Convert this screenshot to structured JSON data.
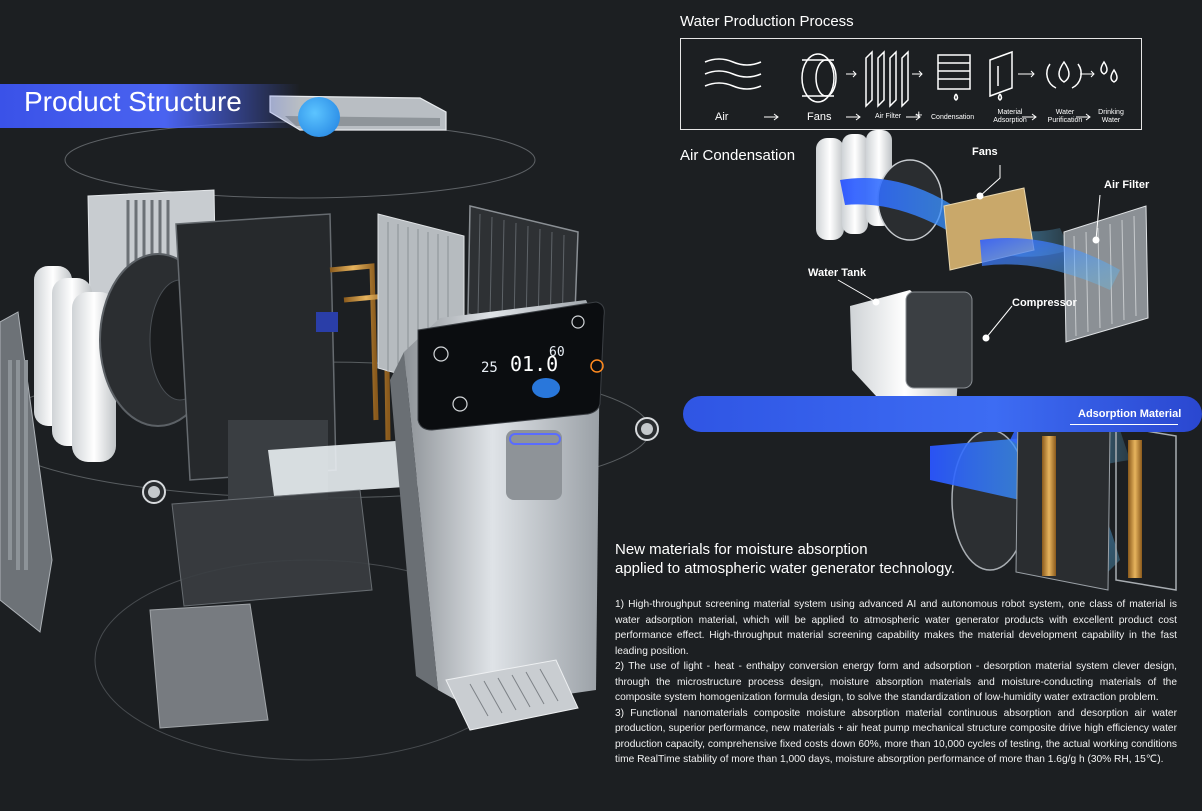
{
  "product_structure": {
    "title": "Product Structure"
  },
  "water_production": {
    "title": "Water Production Process",
    "steps": [
      {
        "label": "Air",
        "icon": "air-waves-icon"
      },
      {
        "label": "Fans",
        "icon": "fan-icon"
      },
      {
        "label": "Air Filter",
        "icon": "air-filter-icon"
      },
      {
        "label": "Condensation",
        "icon": "condensation-coil-icon"
      },
      {
        "label": "Material Adsorption",
        "icon": "adsorption-panel-icon"
      },
      {
        "label": "Water Purification",
        "icon": "purification-icon"
      },
      {
        "label": "Drinking Water",
        "icon": "water-drops-icon"
      }
    ],
    "plus_sign": "+"
  },
  "air_condensation": {
    "title": "Air Condensation",
    "callouts": {
      "fans": "Fans",
      "air_filter": "Air Filter",
      "water_tank": "Water Tank",
      "compressor": "Compressor"
    }
  },
  "adsorption": {
    "callout": "Adsorption Material"
  },
  "display": {
    "temperature": "25",
    "center_value": "01.0",
    "right_value": "60"
  },
  "new_materials": {
    "title_line1": "New materials for moisture absorption",
    "title_line2": "applied to atmospheric water generator technology.",
    "paragraphs": [
      "1) High-throughput screening material system using advanced AI and autonomous robot system, one class of material is water adsorption material, which will be applied to atmospheric water generator products with excellent product cost performance effect. High-throughput material screening capability makes the material development capability in the fast leading position.",
      "2) The use of light - heat - enthalpy conversion energy form and adsorption - desorption material system clever design, through the microstructure process design, moisture absorption materials and moisture-conducting materials of the composite system homogenization formula design, to solve the standardization of low-humidity water extraction problem.",
      "3) Functional nanomaterials composite moisture absorption material continuous absorption and desorption air water production, superior performance, new materials + air heat pump mechanical structure composite drive high efficiency water production capacity, comprehensive fixed costs down 60%, more than 10,000 cycles of testing, the actual working conditions time RealTime stability of more than 1,000 days, moisture absorption performance of more than 1.6g/g h (30% RH, 15℃)."
    ]
  },
  "colors": {
    "background": "#1c1f22",
    "accent_blue": "#3a52e8",
    "light_blue": "#5cc4ff"
  }
}
